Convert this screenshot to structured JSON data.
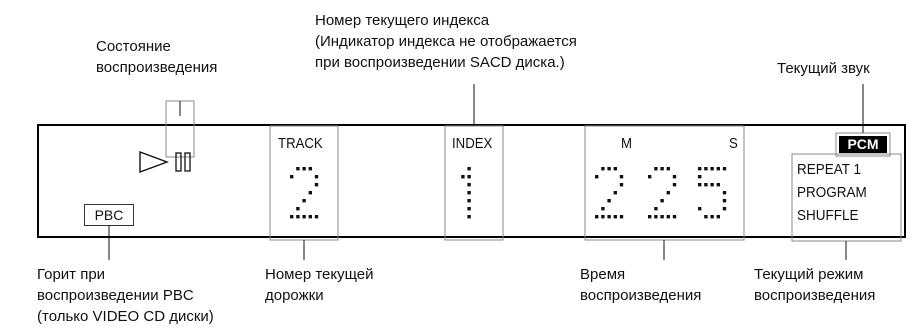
{
  "labels": {
    "playback_state": "Состояние\nвоспроизведения",
    "index_number": "Номер текущего индекса\n(Индикатор индекса не отображается\nпри воспроизведении SACD диска.)",
    "current_sound": "Текущий звук",
    "pbc_lit": "Горит при\nвоспроизведении PBC\n(только VIDEO CD диски)",
    "track_number": "Номер текущей\nдорожки",
    "playing_time": "Время\nвоспроизведения",
    "play_mode": "Текущий режим\nвоспроизведения"
  },
  "display": {
    "pbc": "PBC",
    "track_label": "TRACK",
    "track_value": "2",
    "index_label": "INDEX",
    "index_value": "1",
    "minutes_label": "M",
    "seconds_label": "S",
    "time_digits": "225",
    "pcm": "PCM",
    "modes": [
      "REPEAT  1",
      "PROGRAM",
      "SHUFFLE"
    ]
  }
}
